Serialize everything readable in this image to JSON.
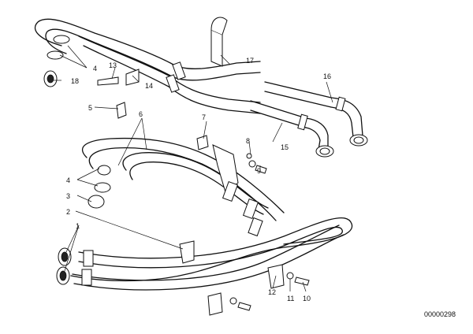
{
  "diagram": {
    "callouts": [
      "1",
      "2",
      "3",
      "4",
      "4",
      "5",
      "6",
      "7",
      "8",
      "9",
      "10",
      "11",
      "12",
      "13",
      "14",
      "15",
      "16",
      "17",
      "18"
    ],
    "document_number": "00000298"
  }
}
